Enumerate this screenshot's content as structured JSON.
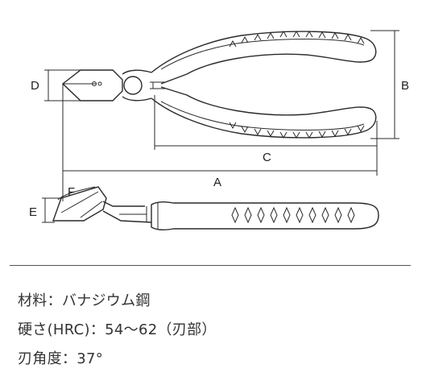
{
  "dimensions": {
    "A": "A",
    "B": "B",
    "C": "C",
    "D": "D",
    "E": "E",
    "F": "F"
  },
  "specs": [
    "材料：バナジウム鋼",
    "硬さ(HRC)：54〜62（刃部）",
    "刃角度：37°"
  ]
}
